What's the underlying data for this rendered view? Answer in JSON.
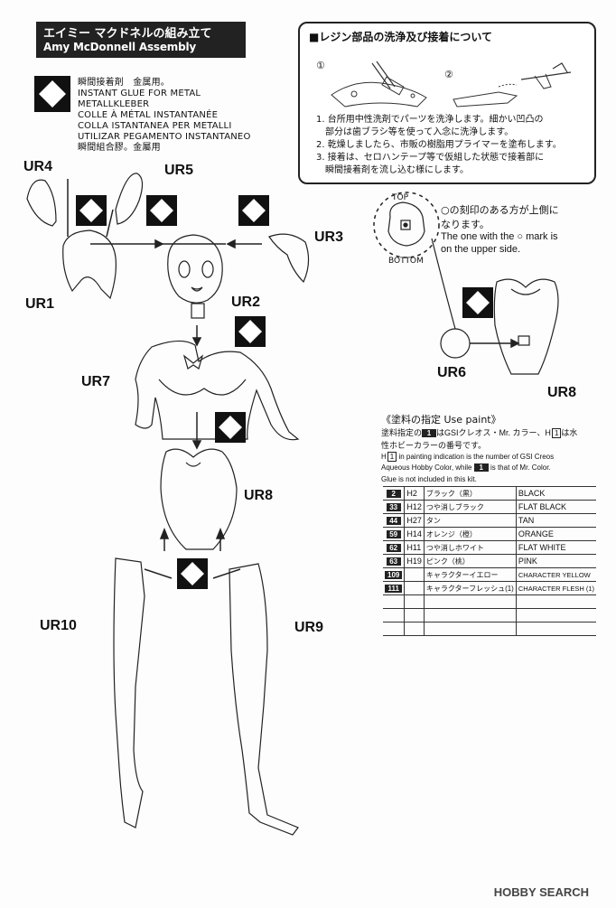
{
  "title": {
    "jp": "エイミー マクドネルの組み立て",
    "en": "Amy McDonnell Assembly"
  },
  "glue": {
    "lines": [
      "瞬間接着剤　金属用。",
      "INSTANT GLUE FOR METAL",
      "METALLKLEBER",
      "COLLE À MÉTAL INSTANTANÉE",
      "COLLA ISTANTANEA PER METALLI",
      "UTILIZAR PEGAMENTO INSTANTANEO",
      "瞬間組合膠。金屬用"
    ]
  },
  "notice": {
    "title": "■レジン部品の洗浄及び接着について",
    "step1": "①",
    "step2": "②",
    "lines": [
      "1. 台所用中性洗剤でパーツを洗浄します。細かい凹凸の",
      "　部分は歯ブラシ等を使って入念に洗浄します。",
      "2. 乾燥しましたら、市販の樹脂用プライマーを塗布します。",
      "3. 接着は、セロハンテープ等で仮組した状態で接着部に",
      "　瞬間接着剤を流し込む様にします。"
    ]
  },
  "parts": {
    "ur1": "UR1",
    "ur2": "UR2",
    "ur3": "UR3",
    "ur4": "UR4",
    "ur5": "UR5",
    "ur6": "UR6",
    "ur7": "UR7",
    "ur8": "UR8",
    "ur8b": "UR8",
    "ur9": "UR9",
    "ur10": "UR10"
  },
  "orientation": {
    "top": "TOP",
    "bottom": "BOTTOM",
    "jp1": "○の刻印のある方が上側に",
    "jp2": "なります。",
    "en1": "The one with the ○ mark is",
    "en2": "on the upper side."
  },
  "paint": {
    "title": "《塗料の指定 Use paint》",
    "line1a": "塗料指定の",
    "line1b": "はGSIクレオス・Mr. カラー、H",
    "line1c": "は水",
    "line2": "性ホビーカラーの番号です。",
    "line3a": "H",
    "line3b": " in painting indication is the number of GSI Creos",
    "line4a": "Aqueous Hobby Color, while ",
    "line4b": " is that of Mr. Color.",
    "line5": "Glue is not included in this kit.",
    "badge1": "1",
    "hbox1": "1",
    "rows": [
      {
        "num": "2",
        "h": "H2",
        "jp": "ブラック（黒）",
        "en": "BLACK"
      },
      {
        "num": "33",
        "h": "H12",
        "jp": "つや消しブラック",
        "en": "FLAT BLACK"
      },
      {
        "num": "44",
        "h": "H27",
        "jp": "タン",
        "en": "TAN"
      },
      {
        "num": "59",
        "h": "H14",
        "jp": "オレンジ（橙）",
        "en": "ORANGE"
      },
      {
        "num": "62",
        "h": "H11",
        "jp": "つや消しホワイト",
        "en": "FLAT WHITE"
      },
      {
        "num": "63",
        "h": "H19",
        "jp": "ピンク（桃）",
        "en": "PINK"
      },
      {
        "num": "109",
        "h": "",
        "jp": "キャラクターイエロー",
        "en": "CHARACTER YELLOW"
      },
      {
        "num": "111",
        "h": "",
        "jp": "キャラクターフレッシュ(1)",
        "en": "CHARACTER FLESH (1)"
      },
      {
        "num": "",
        "h": "",
        "jp": "",
        "en": ""
      },
      {
        "num": "",
        "h": "",
        "jp": "",
        "en": ""
      },
      {
        "num": "",
        "h": "",
        "jp": "",
        "en": ""
      }
    ]
  },
  "watermark": "HOBBY SEARCH"
}
